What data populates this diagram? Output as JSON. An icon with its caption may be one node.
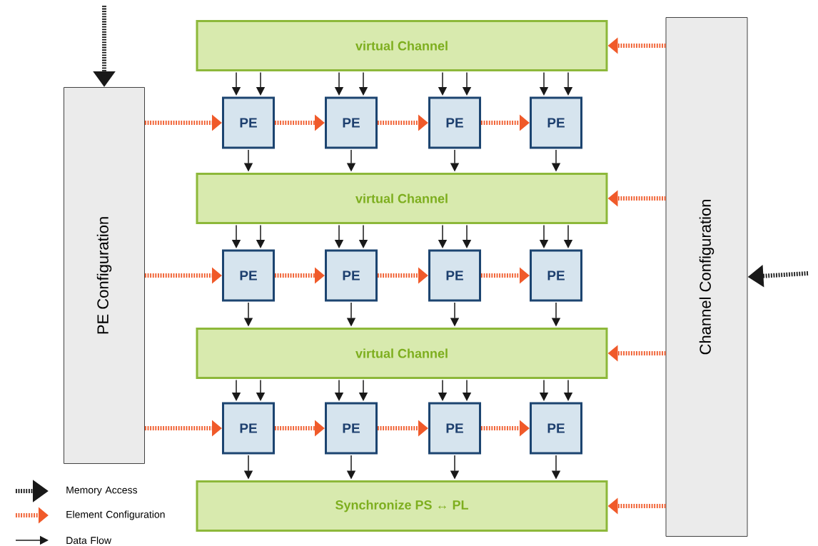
{
  "diagram": {
    "nodes": [
      {
        "text": [
          "PE Configuration"
        ]
      },
      {
        "text": [
          "Channel Configuration"
        ]
      },
      {
        "text": [
          "virtual Channel"
        ]
      },
      {
        "text": [
          "PE"
        ]
      },
      {
        "text": [
          "PE"
        ]
      },
      {
        "text": [
          "PE"
        ]
      },
      {
        "text": [
          "PE"
        ]
      },
      {
        "text": [
          "virtual Channel"
        ]
      },
      {
        "text": [
          "PE"
        ]
      },
      {
        "text": [
          "PE"
        ]
      },
      {
        "text": [
          "PE"
        ]
      },
      {
        "text": [
          "PE"
        ]
      },
      {
        "text": [
          "virtual Channel"
        ]
      },
      {
        "text": [
          "PE"
        ]
      },
      {
        "text": [
          "PE"
        ]
      },
      {
        "text": [
          "PE"
        ]
      },
      {
        "text": [
          "PE"
        ]
      },
      {
        "text": [
          "Synchronize PS ↔ PL"
        ]
      }
    ],
    "edges": [
      {
        "from": null,
        "to": 0,
        "arrow": "to",
        "style": "dashed"
      },
      {
        "from": null,
        "to": 1,
        "arrow": "to",
        "style": "dashed"
      },
      {
        "from": 1,
        "to": 2,
        "arrow": "to",
        "style": "dashed",
        "color": "#f05a2a"
      },
      {
        "from": 1,
        "to": 7,
        "arrow": "to",
        "style": "dashed",
        "color": "#f05a2a"
      },
      {
        "from": 1,
        "to": 12,
        "arrow": "to",
        "style": "dashed",
        "color": "#f05a2a"
      },
      {
        "from": 1,
        "to": 17,
        "arrow": "to",
        "style": "dashed",
        "color": "#f05a2a"
      },
      {
        "from": 0,
        "to": 3,
        "arrow": "to",
        "style": "dashed",
        "color": "#f05a2a"
      },
      {
        "from": 3,
        "to": 4,
        "arrow": "to",
        "style": "dashed",
        "color": "#f05a2a"
      },
      {
        "from": 4,
        "to": 5,
        "arrow": "to",
        "style": "dashed",
        "color": "#f05a2a"
      },
      {
        "from": 5,
        "to": 6,
        "arrow": "to",
        "style": "dashed",
        "color": "#f05a2a"
      },
      {
        "from": 0,
        "to": 8,
        "arrow": "to",
        "style": "dashed",
        "color": "#f05a2a"
      },
      {
        "from": 8,
        "to": 9,
        "arrow": "to",
        "style": "dashed",
        "color": "#f05a2a"
      },
      {
        "from": 9,
        "to": 10,
        "arrow": "to",
        "style": "dashed",
        "color": "#f05a2a"
      },
      {
        "from": 10,
        "to": 11,
        "arrow": "to",
        "style": "dashed",
        "color": "#f05a2a"
      },
      {
        "from": 0,
        "to": 13,
        "arrow": "to",
        "style": "dashed",
        "color": "#f05a2a"
      },
      {
        "from": 13,
        "to": 14,
        "arrow": "to",
        "style": "dashed",
        "color": "#f05a2a"
      },
      {
        "from": 14,
        "to": 15,
        "arrow": "to",
        "style": "dashed",
        "color": "#f05a2a"
      },
      {
        "from": 15,
        "to": 16,
        "arrow": "to",
        "style": "dashed",
        "color": "#f05a2a"
      },
      {
        "from": 2,
        "to": 3,
        "arrow": "to"
      },
      {
        "from": 2,
        "to": 3,
        "arrow": "to"
      },
      {
        "from": 2,
        "to": 4,
        "arrow": "to"
      },
      {
        "from": 2,
        "to": 4,
        "arrow": "to"
      },
      {
        "from": 2,
        "to": 5,
        "arrow": "to"
      },
      {
        "from": 2,
        "to": 5,
        "arrow": "to"
      },
      {
        "from": 2,
        "to": 6,
        "arrow": "to"
      },
      {
        "from": 2,
        "to": 6,
        "arrow": "to"
      },
      {
        "from": 3,
        "to": 7,
        "arrow": "to"
      },
      {
        "from": 4,
        "to": 7,
        "arrow": "to"
      },
      {
        "from": 5,
        "to": 7,
        "arrow": "to"
      },
      {
        "from": 6,
        "to": 7,
        "arrow": "to"
      },
      {
        "from": 7,
        "to": 8,
        "arrow": "to"
      },
      {
        "from": 7,
        "to": 8,
        "arrow": "to"
      },
      {
        "from": 7,
        "to": 9,
        "arrow": "to"
      },
      {
        "from": 7,
        "to": 9,
        "arrow": "to"
      },
      {
        "from": 7,
        "to": 10,
        "arrow": "to"
      },
      {
        "from": 7,
        "to": 10,
        "arrow": "to"
      },
      {
        "from": 7,
        "to": 11,
        "arrow": "to"
      },
      {
        "from": 7,
        "to": 11,
        "arrow": "to"
      },
      {
        "from": 8,
        "to": 12,
        "arrow": "to"
      },
      {
        "from": 9,
        "to": 12,
        "arrow": "to"
      },
      {
        "from": 10,
        "to": 12,
        "arrow": "to"
      },
      {
        "from": 11,
        "to": 12,
        "arrow": "to"
      },
      {
        "from": 12,
        "to": 13,
        "arrow": "to"
      },
      {
        "from": 12,
        "to": 13,
        "arrow": "to"
      },
      {
        "from": 12,
        "to": 14,
        "arrow": "to"
      },
      {
        "from": 12,
        "to": 14,
        "arrow": "to"
      },
      {
        "from": 12,
        "to": 15,
        "arrow": "to"
      },
      {
        "from": 12,
        "to": 15,
        "arrow": "to"
      },
      {
        "from": 12,
        "to": 16,
        "arrow": "to"
      },
      {
        "from": 12,
        "to": 16,
        "arrow": "to"
      },
      {
        "from": 13,
        "to": 17,
        "arrow": "to"
      },
      {
        "from": 14,
        "to": 17,
        "arrow": "to"
      },
      {
        "from": 15,
        "to": 17,
        "arrow": "to"
      },
      {
        "from": 16,
        "to": 17,
        "arrow": "to"
      }
    ],
    "legend": [
      {
        "text": "Memory Access"
      },
      {
        "text": "Element Configuration"
      },
      {
        "text": "Data Flow"
      }
    ]
  }
}
